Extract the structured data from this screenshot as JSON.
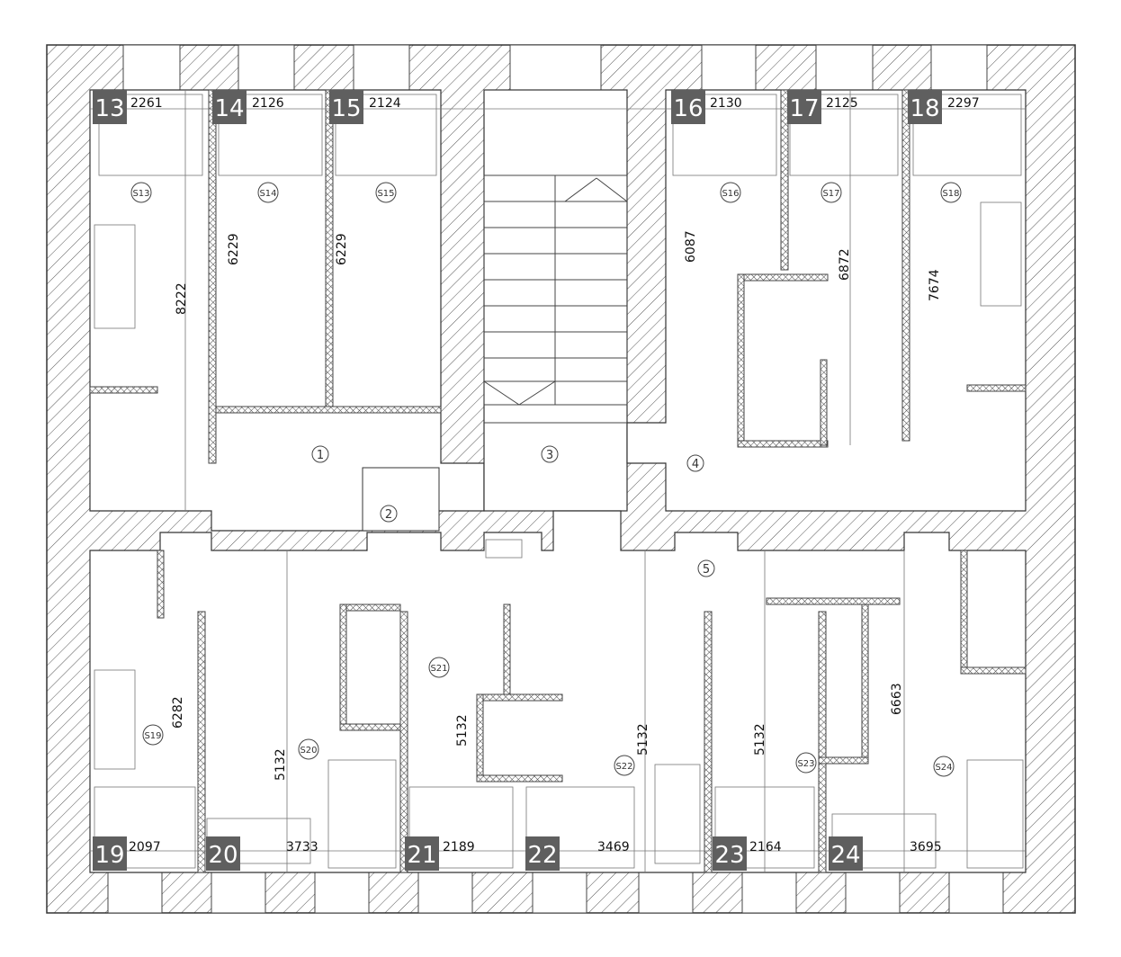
{
  "plan": {
    "rooms": [
      {
        "number": "13",
        "width": "2261",
        "length": "8222",
        "area": "S13"
      },
      {
        "number": "14",
        "width": "2126",
        "length": "6229",
        "area": "S14"
      },
      {
        "number": "15",
        "width": "2124",
        "length": "6229",
        "area": "S15"
      },
      {
        "number": "16",
        "width": "2130",
        "length": "6087",
        "area": "S16"
      },
      {
        "number": "17",
        "width": "2125",
        "length": "6872",
        "area": "S17"
      },
      {
        "number": "18",
        "width": "2297",
        "length": "7674",
        "area": "S18"
      },
      {
        "number": "19",
        "width": "2097",
        "length": "6282",
        "area": "S19"
      },
      {
        "number": "20",
        "width": "3733",
        "length": "5132",
        "area": "S20"
      },
      {
        "number": "21",
        "width": "2189",
        "length": "5132",
        "area": "S21"
      },
      {
        "number": "22",
        "width": "3469",
        "length": "5132",
        "area": "S22"
      },
      {
        "number": "23",
        "width": "2164",
        "length": "5132",
        "area": "S23"
      },
      {
        "number": "24",
        "width": "3695",
        "length": "6663",
        "area": "S24"
      }
    ],
    "common_areas": [
      "1",
      "2",
      "3",
      "4",
      "5"
    ],
    "colors": {
      "badge": "#5f5f5f",
      "wall": "#555555"
    }
  }
}
